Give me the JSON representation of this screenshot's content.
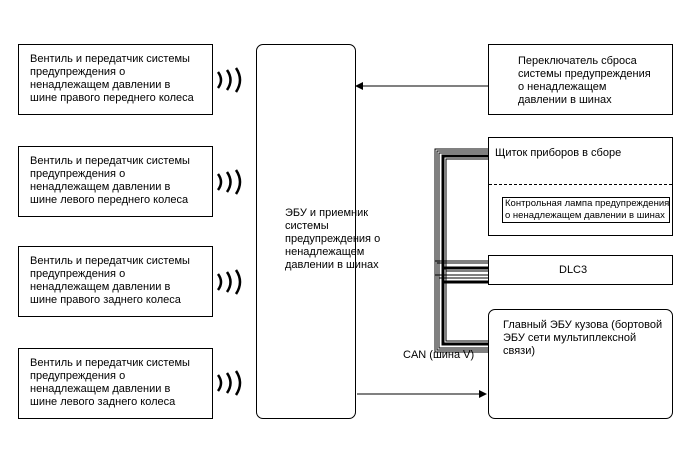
{
  "sensors": [
    {
      "lines": [
        "Вентиль и передатчик системы",
        "предупреждения о",
        "ненадлежащем давлении в",
        "шине правого переднего колеса"
      ]
    },
    {
      "lines": [
        "Вентиль и передатчик системы",
        "предупреждения о",
        "ненадлежащем давлении в",
        "шине левого переднего колеса"
      ]
    },
    {
      "lines": [
        "Вентиль и передатчик системы",
        "предупреждения о",
        "ненадлежащем давлении в",
        "шине правого заднего колеса"
      ]
    },
    {
      "lines": [
        "Вентиль и передатчик системы",
        "предупреждения о",
        "ненадлежащем давлении в",
        "шине левого заднего колеса"
      ]
    }
  ],
  "ecu": {
    "lines": [
      "ЭБУ и приемник",
      "системы",
      "предупреждения о",
      "ненадлежащем",
      "давлении в шинах"
    ]
  },
  "reset_switch": {
    "lines": [
      "Переключатель сброса",
      "системы предупреждения",
      "о ненадлежащем",
      "давлении в шинах"
    ]
  },
  "meter": {
    "title": "Щиток приборов в сборе",
    "lamp_lines": [
      "Контрольная лампа предупреждения",
      "о ненадлежащем давлении в шинах"
    ]
  },
  "dlc3": {
    "label": "DLC3"
  },
  "body_ecu": {
    "lines": [
      "Главный ЭБУ кузова (бортовой",
      "ЭБУ сети мультиплексной",
      "связи)"
    ]
  },
  "can_label": "CAN (шина V)"
}
